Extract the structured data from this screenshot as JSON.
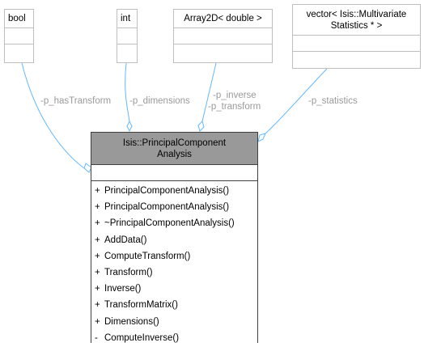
{
  "edges": {
    "has_transform": "-p_hasTransform",
    "dimensions": "-p_dimensions",
    "inverse": "-p_inverse",
    "transform": "-p_transform",
    "statistics": "-p_statistics"
  },
  "boxes": {
    "bool": "bool",
    "int": "int",
    "array2d": "Array2D< double >",
    "vector_line1": "vector< Isis::Multivariate",
    "vector_line2": "Statistics * >"
  },
  "main_class": {
    "title_line1": "Isis::PrincipalComponent",
    "title_line2": "Analysis",
    "operations": [
      {
        "visibility": "+",
        "name": "PrincipalComponentAnalysis()"
      },
      {
        "visibility": "+",
        "name": "PrincipalComponentAnalysis()"
      },
      {
        "visibility": "+",
        "name": "~PrincipalComponentAnalysis()"
      },
      {
        "visibility": "+",
        "name": "AddData()"
      },
      {
        "visibility": "+",
        "name": "ComputeTransform()"
      },
      {
        "visibility": "+",
        "name": "Transform()"
      },
      {
        "visibility": "+",
        "name": "Inverse()"
      },
      {
        "visibility": "+",
        "name": "TransformMatrix()"
      },
      {
        "visibility": "+",
        "name": "Dimensions()"
      },
      {
        "visibility": "-",
        "name": "ComputeInverse()"
      }
    ]
  },
  "colors": {
    "edge": "#63b8ff",
    "edge_label": "#9a9a9a",
    "main_fill": "#999999",
    "box_border": "#bfbfbf"
  }
}
